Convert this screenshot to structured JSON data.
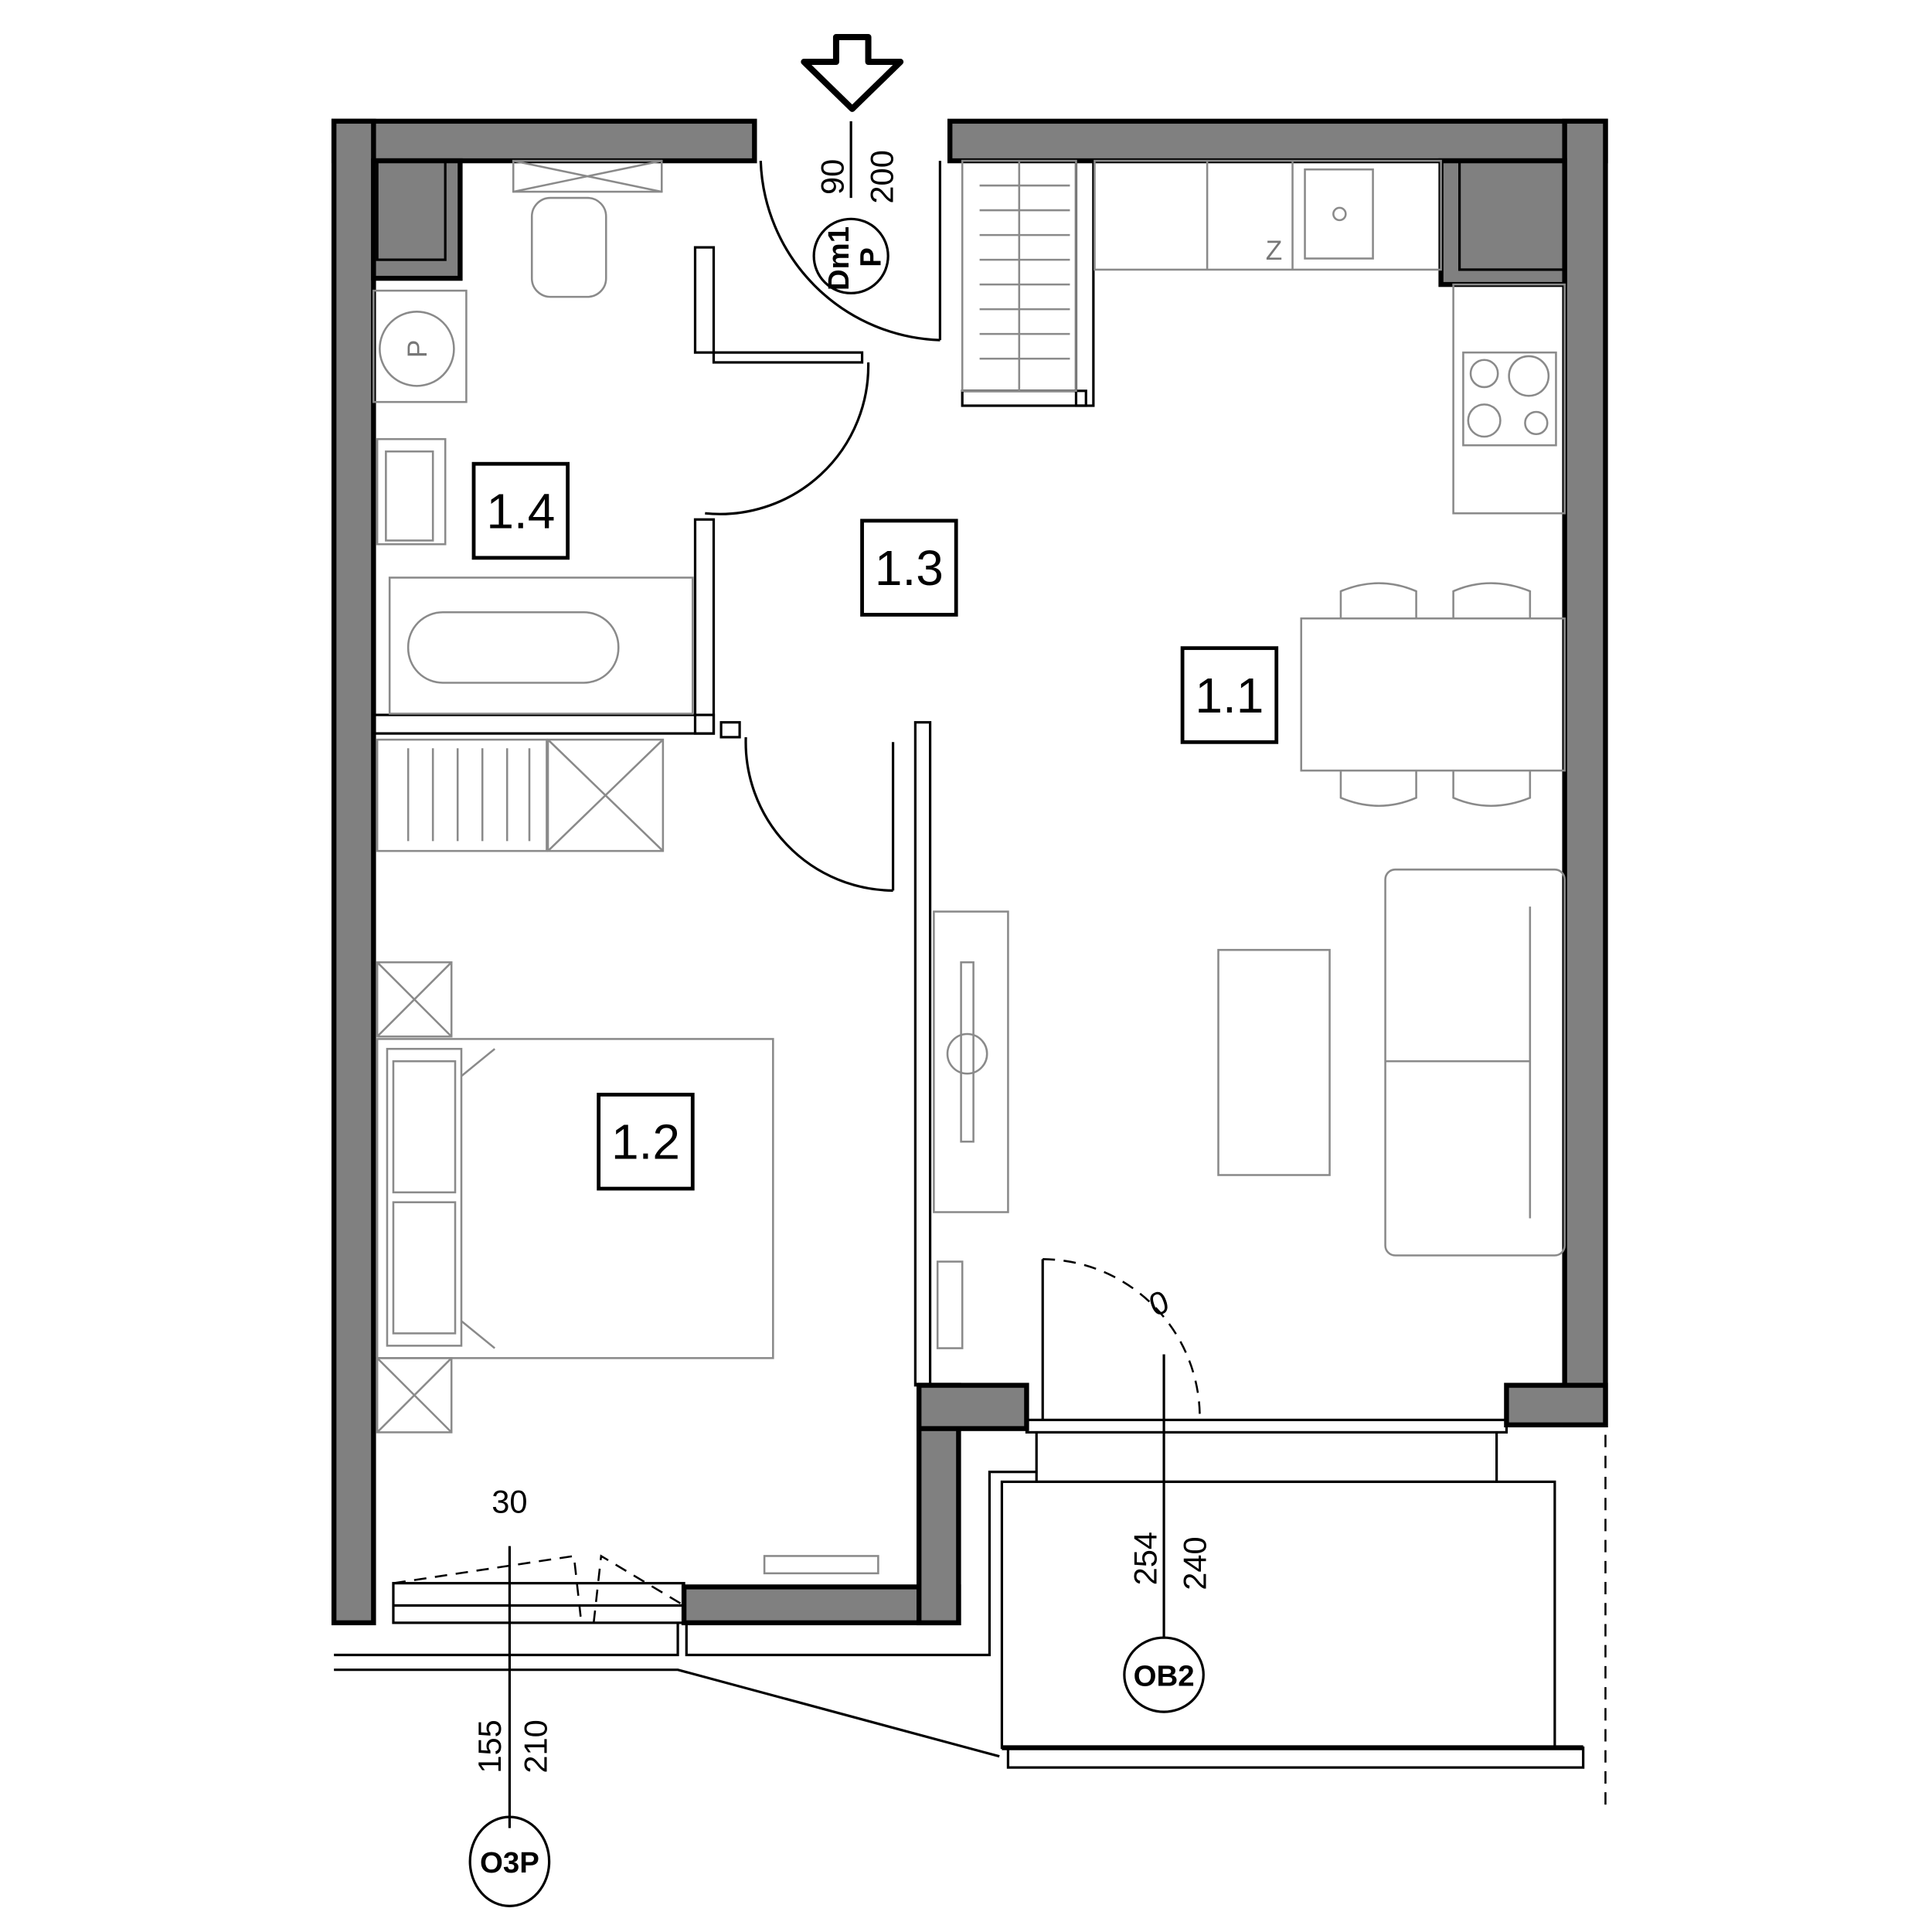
{
  "entrance": {
    "arrow_icon": "entrance-arrow-icon"
  },
  "rooms": [
    {
      "id": "1.1"
    },
    {
      "id": "1.2"
    },
    {
      "id": "1.3"
    },
    {
      "id": "1.4"
    }
  ],
  "entrance_door": {
    "width": "90",
    "height": "200",
    "code": "Dm1",
    "type": "P"
  },
  "bedroom_window": {
    "top_dim": "30",
    "sill": "155",
    "height": "210",
    "code": "O3P"
  },
  "balcony_door": {
    "sill": "254",
    "height": "240",
    "code": "OB2",
    "opening_mark": "0"
  },
  "appliances": {
    "washer": "P",
    "fridge": "Z"
  },
  "colors": {
    "wall_fill": "#808080",
    "line": "#000000",
    "furniture": "#8a8a8a"
  }
}
